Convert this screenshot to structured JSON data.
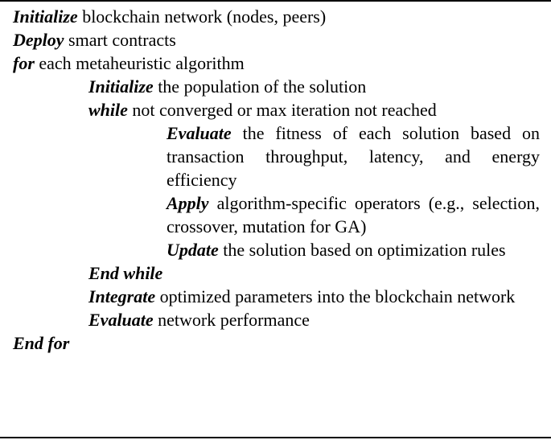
{
  "algorithm": {
    "steps": [
      {
        "keyword": "Initialize",
        "text": " blockchain network (nodes, peers)"
      },
      {
        "keyword": "Deploy",
        "text": " smart contracts"
      },
      {
        "keyword": "for",
        "text": " each metaheuristic algorithm"
      },
      {
        "keyword": "Initialize",
        "text": " the population of the solution"
      },
      {
        "keyword": "while",
        "text": " not converged or max iteration not reached"
      },
      {
        "keyword": "Evaluate",
        "text": " the fitness of each solution based on transaction throughput, latency, and energy efficiency"
      },
      {
        "keyword": "Apply",
        "text": " algorithm-specific operators (e.g., selection, crossover, mutation for GA)"
      },
      {
        "keyword": "Update",
        "text": " the solution based on optimization rules"
      },
      {
        "keyword": "End while",
        "text": ""
      },
      {
        "keyword": "Integrate",
        "text": " optimized parameters into the blockchain network"
      },
      {
        "keyword": "Evaluate",
        "text": " network performance"
      },
      {
        "keyword": "End for",
        "text": ""
      }
    ]
  }
}
